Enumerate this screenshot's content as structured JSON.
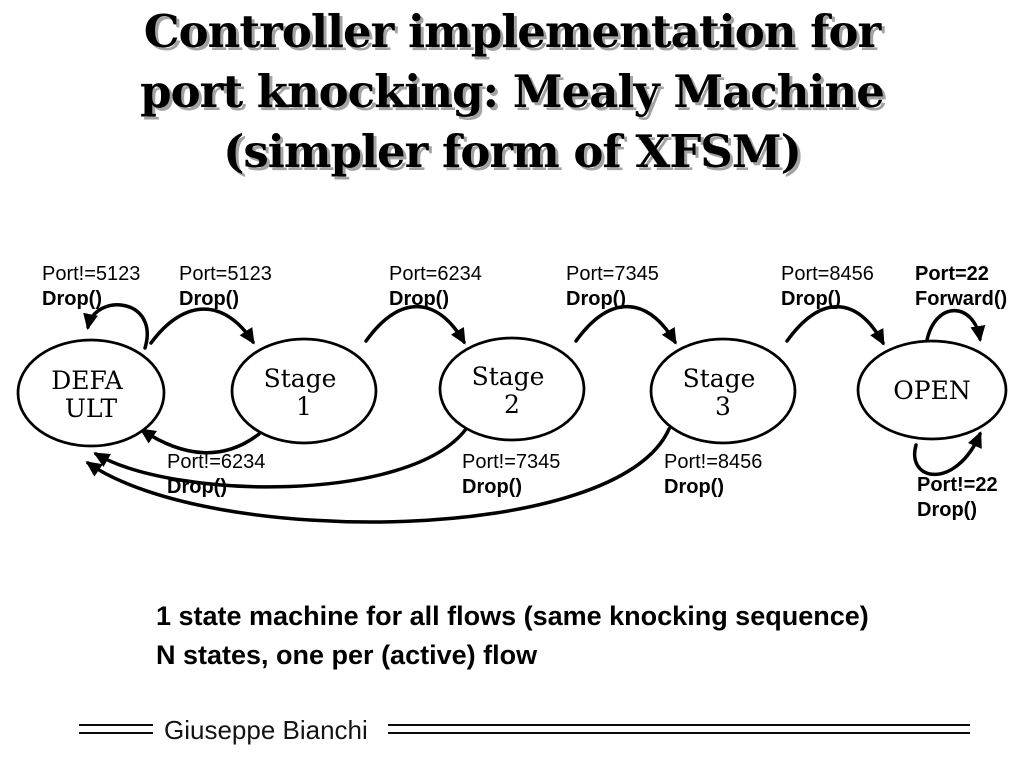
{
  "colors": {
    "background": "#ffffff",
    "ink": "#000000",
    "title_shadow": "#a3a3a3"
  },
  "slide": {
    "title_lines": [
      "Controller implementation for",
      "port knocking: Mealy Machine",
      "(simpler form of XFSM)"
    ]
  },
  "diagram": {
    "type": "state-machine",
    "states": [
      {
        "id": "default",
        "lines": [
          "DEFA",
          "ULT"
        ]
      },
      {
        "id": "stage1",
        "lines": [
          "Stage",
          "1"
        ]
      },
      {
        "id": "stage2",
        "lines": [
          "Stage",
          "2"
        ]
      },
      {
        "id": "stage3",
        "lines": [
          "Stage",
          "3"
        ]
      },
      {
        "id": "open",
        "lines": [
          "OPEN"
        ]
      }
    ],
    "transitions": [
      {
        "from": "DEFAULT",
        "to": "DEFAULT",
        "condition": "Port!=5123",
        "action": "Drop()"
      },
      {
        "from": "DEFAULT",
        "to": "Stage 1",
        "condition": "Port=5123",
        "action": "Drop()"
      },
      {
        "from": "Stage 1",
        "to": "Stage 2",
        "condition": "Port=6234",
        "action": "Drop()"
      },
      {
        "from": "Stage 2",
        "to": "Stage 3",
        "condition": "Port=7345",
        "action": "Drop()"
      },
      {
        "from": "Stage 3",
        "to": "OPEN",
        "condition": "Port=8456",
        "action": "Drop()"
      },
      {
        "from": "OPEN",
        "to": "OPEN",
        "condition": "Port=22",
        "action": "Forward()"
      },
      {
        "from": "Stage 1",
        "to": "DEFAULT",
        "condition": "Port!=6234",
        "action": "Drop()"
      },
      {
        "from": "Stage 2",
        "to": "DEFAULT",
        "condition": "Port!=7345",
        "action": "Drop()"
      },
      {
        "from": "Stage 3",
        "to": "DEFAULT",
        "condition": "Port!=8456",
        "action": "Drop()"
      },
      {
        "from": "OPEN",
        "to": "OPEN",
        "condition": "Port!=22",
        "action": "Drop()"
      }
    ]
  },
  "notes": {
    "line1": "1 state machine for all flows (same knocking sequence)",
    "line2": "N states, one per (active) flow"
  },
  "footer": {
    "author": "Giuseppe Bianchi"
  }
}
